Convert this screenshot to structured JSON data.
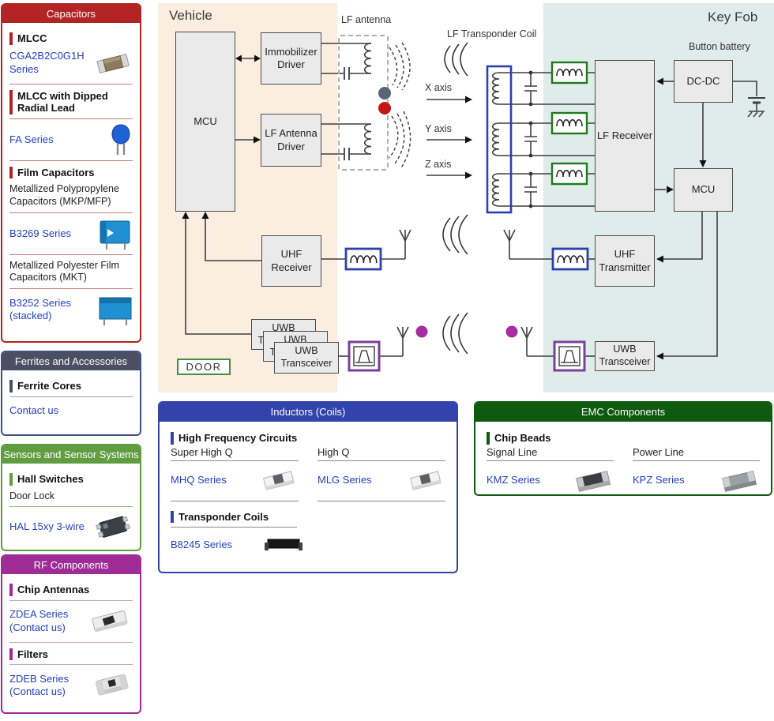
{
  "colors": {
    "capacitors_red": "#b22424",
    "ferrites_slate": "#4a4f63",
    "sensors_green": "#609c40",
    "rf_magenta": "#9e2b96",
    "inductors_blue": "#3244ab",
    "emc_green": "#0e5a0e",
    "link_blue": "#2440c0",
    "vehicle_bg": "#fbeee1",
    "keyfob_bg": "#dfecea",
    "inductor_box_green": "#1f7a1f",
    "inductor_box_blue": "#2b3fb0",
    "filter_box_purple": "#7b3f9e",
    "dot_red": "#c61717",
    "dot_slate": "#5c6377",
    "dot_magenta": "#a82ba0"
  },
  "sidebar": {
    "capacitors": {
      "title": "Capacitors",
      "mlcc_heading": "MLCC",
      "cga_link": "CGA2B2C0G1H Series",
      "dipped_heading": "MLCC with Dipped Radial Lead",
      "fa_link": "FA Series",
      "film_heading": "Film Capacitors",
      "mkp_label": "Metallized Polypropylene Capacitors (MKP/MFP)",
      "b3269_link": "B3269 Series",
      "mkt_label": "Metallized Polyester Film Capacitors (MKT)",
      "b3252_link": "B3252 Series (stacked)"
    },
    "ferrites": {
      "title": "Ferrites and Accessories",
      "cores_heading": "Ferrite Cores",
      "contact_link": "Contact us"
    },
    "sensors": {
      "title": "Sensors and Sensor Systems",
      "hall_heading": "Hall Switches",
      "door_lock_label": "Door Lock",
      "hal_link": "HAL 15xy 3-wire"
    },
    "rf": {
      "title": "RF Components",
      "antennas_heading": "Chip Antennas",
      "zdea_link": "ZDEA Series (Contact us)",
      "filters_heading": "Filters",
      "zdeb_link": "ZDEB Series (Contact us)"
    }
  },
  "diagram": {
    "vehicle_title": "Vehicle",
    "keyfob_title": "Key Fob",
    "lf_antenna_label": "LF antenna",
    "transponder_label": "LF Transponder Coil",
    "button_battery_label": "Button battery",
    "door_label": "DOOR",
    "axes": {
      "x": "X axis",
      "y": "Y axis",
      "z": "Z axis"
    },
    "blocks": {
      "vehicle_mcu": "MCU",
      "immobilizer": "Immobilizer Driver",
      "lf_antenna_driver": "LF Antenna Driver",
      "uhf_receiver": "UHF Receiver",
      "uwb_transceiver_vehicle": "UWB Transceiver",
      "lf_receiver": "LF Receiver",
      "dcdc": "DC-DC",
      "keyfob_mcu": "MCU",
      "uhf_transmitter": "UHF Transmitter",
      "uwb_transceiver_fob": "UWB Transceiver"
    }
  },
  "panels": {
    "inductors": {
      "title": "Inductors (Coils)",
      "hf_heading": "High Frequency Circuits",
      "super_high_q": "Super High Q",
      "mhq_link": "MHQ Series",
      "high_q": "High Q",
      "mlg_link": "MLG Series",
      "transponder_heading": "Transponder Coils",
      "b8245_link": "B8245 Series"
    },
    "emc": {
      "title": "EMC Components",
      "chip_beads_heading": "Chip Beads",
      "signal_line": "Signal Line",
      "kmz_link": "KMZ Series",
      "power_line": "Power Line",
      "kpz_link": "KPZ Series"
    }
  }
}
